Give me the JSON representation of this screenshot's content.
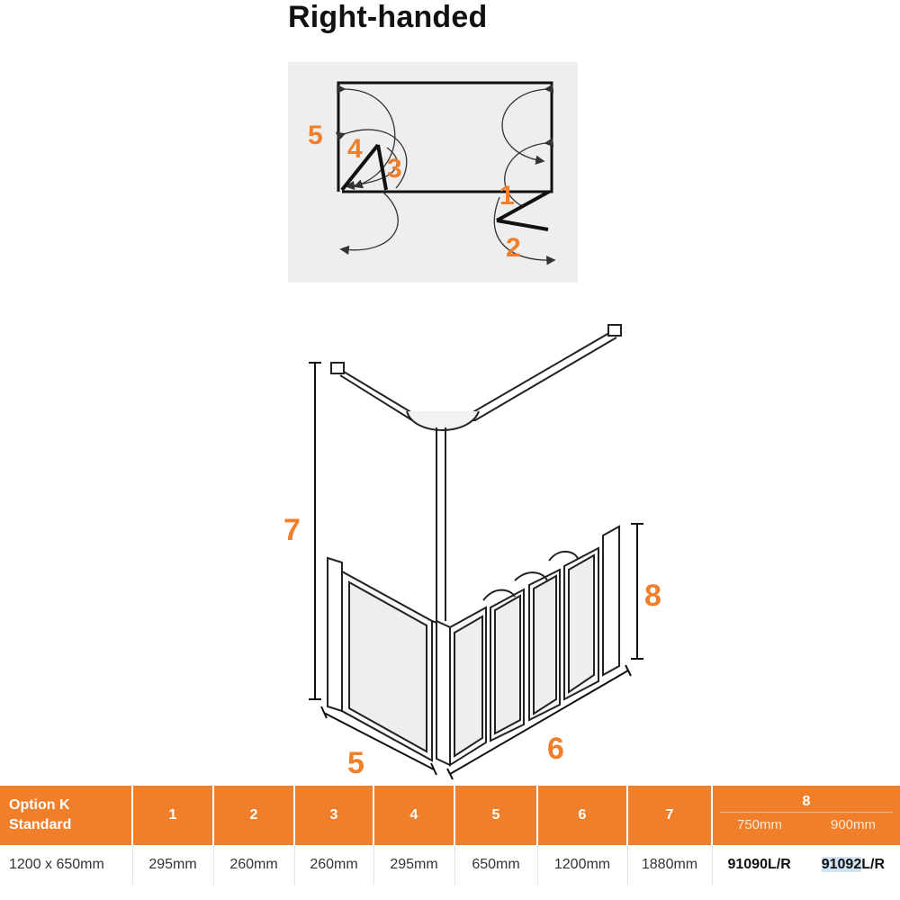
{
  "title": "Right-handed",
  "plan_labels": {
    "l1": "1",
    "l2": "2",
    "l3": "3",
    "l4": "4",
    "l5": "5"
  },
  "iso_labels": {
    "l5": "5",
    "l6": "6",
    "l7": "7",
    "l8": "8"
  },
  "table": {
    "header": {
      "option_line1": "Option K",
      "option_line2": "Standard",
      "c1": "1",
      "c2": "2",
      "c3": "3",
      "c4": "4",
      "c5": "5",
      "c6": "6",
      "c7": "7",
      "c8": "8",
      "c8_sub1": "750mm",
      "c8_sub2": "900mm"
    },
    "row": {
      "size": "1200 x 650mm",
      "v1": "295mm",
      "v2": "260mm",
      "v3": "260mm",
      "v4": "295mm",
      "v5": "650mm",
      "v6": "1200mm",
      "v7": "1880mm",
      "code_750": "91090L/R",
      "code_900_hl": "91092",
      "code_900_rest": "L/R"
    }
  },
  "colors": {
    "accent": "#f07f2c",
    "plan_bg": "#eeeeee",
    "highlight": "#cfe3f3"
  }
}
